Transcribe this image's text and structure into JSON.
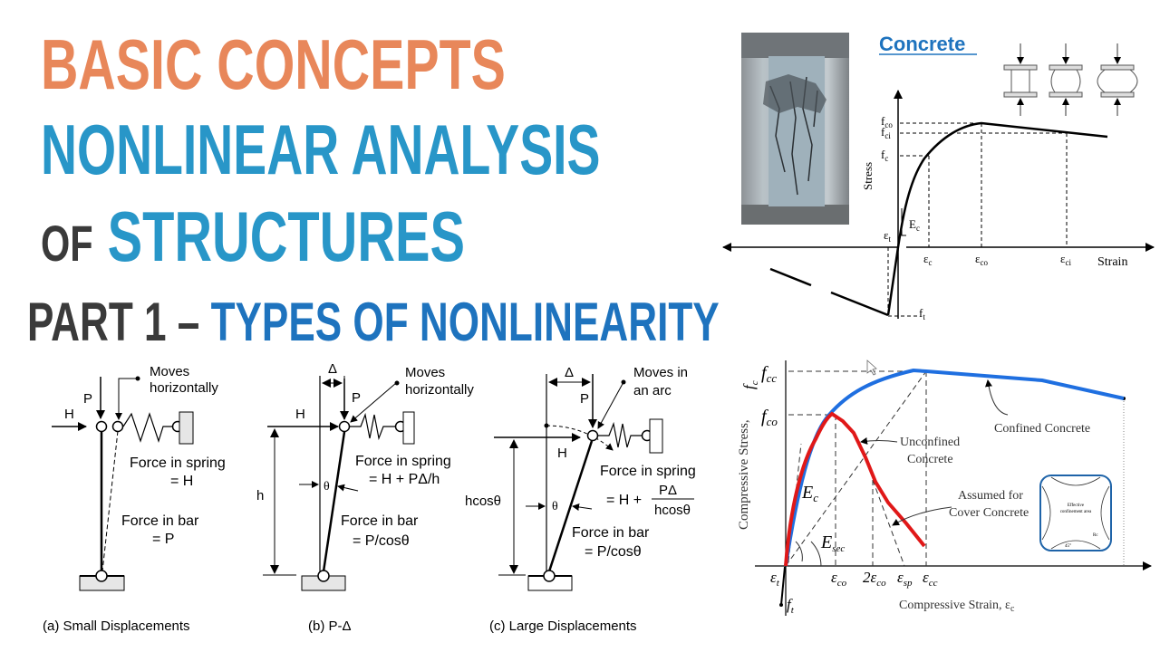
{
  "title": {
    "line1": "BASIC CONCEPTS",
    "line2": "NONLINEAR ANALYSIS",
    "line3_of": "OF",
    "line3_structures": "STRUCTURES",
    "line4_part": "PART 1 – ",
    "line4_topic": "TYPES OF NONLINEARITY"
  },
  "colors": {
    "orange": "#E8875A",
    "blue": "#2896C8",
    "dark_blue": "#1E73BE",
    "dark": "#3a3a3a",
    "confined": "#1F6FE0",
    "unconfined": "#E01818"
  },
  "concrete_diagram": {
    "heading": "Concrete",
    "y_label": "Stress",
    "x_label": "Strain",
    "y_ticks": [
      "f",
      "co",
      "f",
      "ci",
      "f",
      "c"
    ],
    "x_ticks": [
      "ε",
      "c",
      "ε",
      "co",
      "ε",
      "ci"
    ],
    "et": "ε",
    "et_sub": "t",
    "ec": "E",
    "ec_sub": "c",
    "ft": "f",
    "ft_sub": "t"
  },
  "confinement_chart": {
    "y_label": "Compressive Stress,",
    "y_symbol": "f",
    "y_symbol_sub": "c",
    "x_label": "Compressive Strain,  ε",
    "x_label_sub": "c",
    "fcc": "f",
    "fcc_sub": "cc",
    "fco": "f",
    "fco_sub": "co",
    "x_ticks": [
      "ε",
      "t",
      "ε",
      "co",
      "2ε",
      "co",
      "ε",
      "sp",
      "ε",
      "cc"
    ],
    "ft": "f",
    "ft_sub": "t",
    "ec": "E",
    "ec_sub": "c",
    "esec": "E",
    "esec_sub": "sec",
    "confined": "Confined Concrete",
    "unconfined_1": "Unconfined",
    "unconfined_2": "Concrete",
    "cover_1": "Assumed for",
    "cover_2": "Cover Concrete",
    "inset_1": "Effective",
    "inset_2": "confinement area",
    "inset_angle": "45°",
    "inset_rc": "Rc"
  },
  "panels": {
    "a": {
      "caption": "(a) Small Displacements",
      "H": "H",
      "P": "P",
      "moves_1": "Moves",
      "moves_2": "horizontally",
      "spring_1": "Force in spring",
      "spring_2": "= H",
      "bar_1": "Force in bar",
      "bar_2": "= P"
    },
    "b": {
      "caption": "(b) P-Δ",
      "H": "H",
      "P": "P",
      "delta": "Δ",
      "h": "h",
      "theta": "θ",
      "moves_1": "Moves",
      "moves_2": "horizontally",
      "spring_1": "Force in spring",
      "spring_2": "= H + PΔ/h",
      "bar_1": "Force in bar",
      "bar_2": "= P/cosθ"
    },
    "c": {
      "caption": "(c) Large Displacements",
      "H": "H",
      "P": "P",
      "delta": "Δ",
      "h": "hcosθ",
      "theta": "θ",
      "moves_1": "Moves in",
      "moves_2": "an arc",
      "spring_1": "Force in spring",
      "spring_2": "= H +",
      "frac_num": "PΔ",
      "frac_den": "hcosθ",
      "bar_1": "Force in bar",
      "bar_2": "= P/cosθ"
    }
  }
}
